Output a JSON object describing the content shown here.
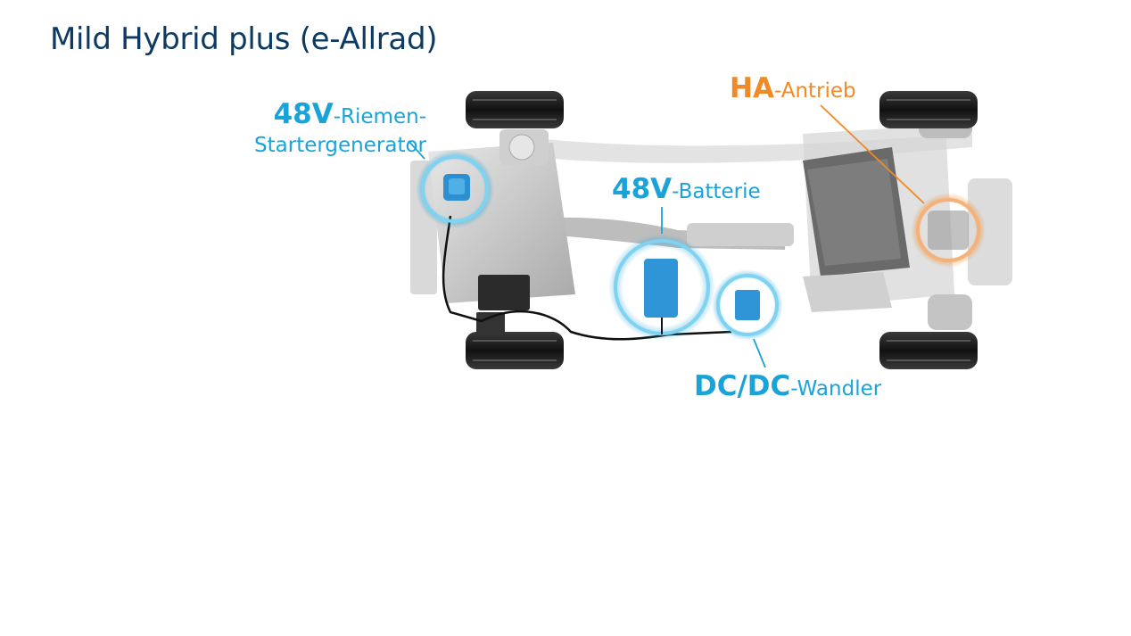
{
  "title": "Mild Hybrid plus (e-Allrad)",
  "labels": {
    "starter_generator": {
      "strong": "48V",
      "rest": "-Riemen-",
      "line2": "Startergenerator"
    },
    "battery": {
      "strong": "48V",
      "rest": "-Batterie"
    },
    "dcdc": {
      "strong": "DC/DC",
      "rest": "-Wandler"
    },
    "rear_axle": {
      "strong": "HA",
      "rest": "-Antrieb"
    }
  },
  "colors": {
    "title": "#0d3a63",
    "highlight_blue": "#1aa3d8",
    "highlight_orange": "#ef8a27",
    "chassis_gray": "#c9c9c9",
    "tire_dark": "#1c1c1c"
  }
}
